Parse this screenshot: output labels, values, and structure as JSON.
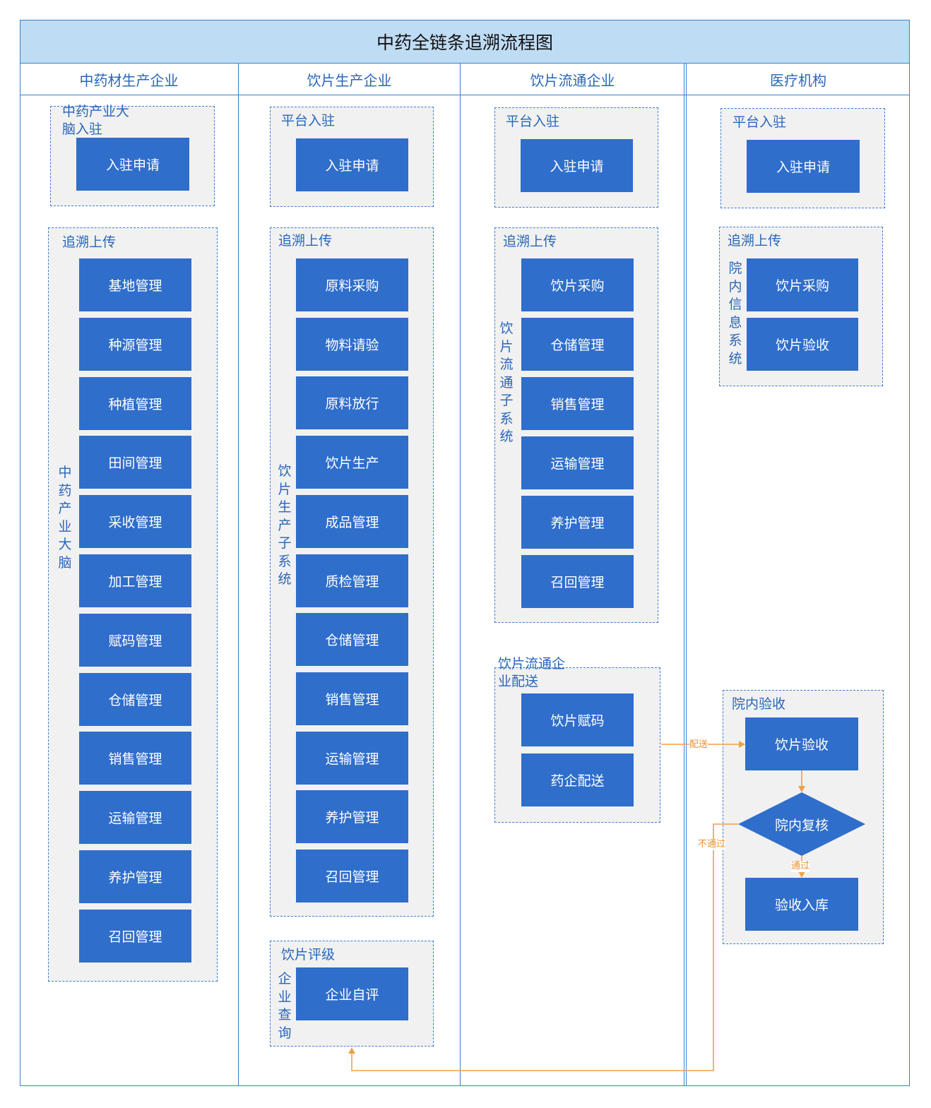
{
  "title": "中药全链条追溯流程图",
  "lanes": [
    "中药材生产企业",
    "饮片生产企业",
    "饮片流通企业",
    "医疗机构"
  ],
  "lane1": {
    "entry_group": "中药产业大脑入驻",
    "entry_box": "入驻申请",
    "upload_group": "追溯上传",
    "upload_side": "中药产业大脑",
    "upload_items": [
      "基地管理",
      "种源管理",
      "种植管理",
      "田间管理",
      "采收管理",
      "加工管理",
      "赋码管理",
      "仓储管理",
      "销售管理",
      "运输管理",
      "养护管理",
      "召回管理"
    ]
  },
  "lane2": {
    "entry_group": "平台入驻",
    "entry_box": "入驻申请",
    "upload_group": "追溯上传",
    "upload_side": "饮片生产子系统",
    "upload_items": [
      "原料采购",
      "物料请验",
      "原料放行",
      "饮片生产",
      "成品管理",
      "质检管理",
      "仓储管理",
      "销售管理",
      "运输管理",
      "养护管理",
      "召回管理"
    ],
    "rating_group": "饮片评级",
    "rating_side": "企业查询",
    "rating_box": "企业自评"
  },
  "lane3": {
    "entry_group": "平台入驻",
    "entry_box": "入驻申请",
    "upload_group": "追溯上传",
    "upload_side": "饮片流通子系统",
    "upload_items": [
      "饮片采购",
      "仓储管理",
      "销售管理",
      "运输管理",
      "养护管理",
      "召回管理"
    ],
    "delivery_group": "饮片流通企业配送",
    "delivery_items": [
      "饮片赋码",
      "药企配送"
    ]
  },
  "lane4": {
    "entry_group": "平台入驻",
    "entry_box": "入驻申请",
    "upload_group": "追溯上传",
    "upload_side": "院内信息系统",
    "upload_items": [
      "饮片采购",
      "饮片验收"
    ],
    "accept_group": "院内验收",
    "accept_box": "饮片验收",
    "review_diamond": "院内复核",
    "stock_box": "验收入库"
  },
  "flow_labels": {
    "deliver": "配送",
    "fail": "不通过",
    "pass": "通过"
  },
  "colors": {
    "box": "#2f6ecb",
    "lane_text": "#2966b8",
    "border": "#3a7fd0",
    "title_bg": "#bfdcf5",
    "flow": "#f0a04b"
  }
}
